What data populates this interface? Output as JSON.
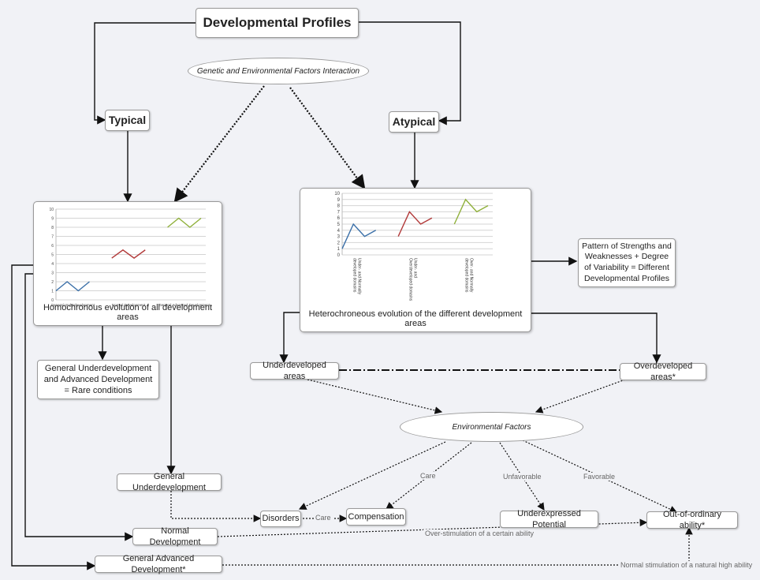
{
  "diagram": {
    "title": "Developmental Profiles",
    "gene_env": "Genetic and Environmental Factors Interaction",
    "typical": "Typical",
    "atypical": "Atypical",
    "homo_caption": "Homochronous evolution of all development areas",
    "hetero_caption": "Heterochroneous evolution of the different development areas",
    "pattern": "Pattern of Strengths and Weaknesses + Degree of Variability  = Different Developmental Profiles",
    "rare": "General Underdevelopment and Advanced Development = Rare conditions",
    "underdeveloped": "Underdeveloped areas",
    "overdeveloped": "Overdeveloped areas*",
    "env_factors": "Environmental Factors",
    "general_under": "General Underdevelopment",
    "disorders": "Disorders",
    "compensation": "Compensation",
    "underexpressed": "Underexpressed Potential",
    "out_of_ordinary": "Out-of-ordinary ability*",
    "normal_dev": "Normal Development",
    "general_adv": "General Advanced Development*",
    "edge_care1": "Care",
    "edge_care2": "Care",
    "edge_unfavorable": "Unfavorable",
    "edge_favorable": "Favorable",
    "edge_overstim": "Over-stimulation of a certain ability",
    "edge_normalstim": "Normal stimulation of a natural high ability"
  },
  "colors": {
    "blue": "#3a6fa8",
    "red": "#b23a3a",
    "green": "#8fb03a"
  },
  "chart_data": [
    {
      "type": "line",
      "ylim": [
        0,
        10
      ],
      "yticks": [
        "0",
        "1",
        "2",
        "3",
        "4",
        "5",
        "6",
        "7",
        "8",
        "9",
        "10"
      ],
      "categories": [
        "General Underdevelopment",
        "Normal Development",
        "General  Advanced Development"
      ],
      "series": [
        {
          "color": "#3a6fa8",
          "x": [
            0,
            1,
            2,
            3
          ],
          "values": [
            1,
            2,
            1,
            2
          ]
        },
        {
          "color": "#b23a3a",
          "x": [
            5,
            6,
            7,
            8
          ],
          "values": [
            4.6,
            5.5,
            4.6,
            5.5
          ]
        },
        {
          "color": "#8fb03a",
          "x": [
            10,
            11,
            12,
            13
          ],
          "values": [
            8,
            9,
            8,
            9
          ]
        }
      ]
    },
    {
      "type": "line",
      "ylim": [
        0,
        10
      ],
      "yticks": [
        "0",
        "1",
        "2",
        "3",
        "4",
        "5",
        "6",
        "7",
        "8",
        "9",
        "10"
      ],
      "categories": [
        "Under- and Normally developed domains",
        "Under- and Overdeveloped domains",
        "Over- and Normally developed domains"
      ],
      "series": [
        {
          "color": "#3a6fa8",
          "x": [
            0,
            1,
            2,
            3
          ],
          "values": [
            1,
            5,
            3,
            4
          ]
        },
        {
          "color": "#b23a3a",
          "x": [
            5,
            6,
            7,
            8
          ],
          "values": [
            3,
            7,
            5,
            6
          ]
        },
        {
          "color": "#8fb03a",
          "x": [
            10,
            11,
            12,
            13
          ],
          "values": [
            5,
            9,
            7,
            8
          ]
        }
      ]
    }
  ]
}
